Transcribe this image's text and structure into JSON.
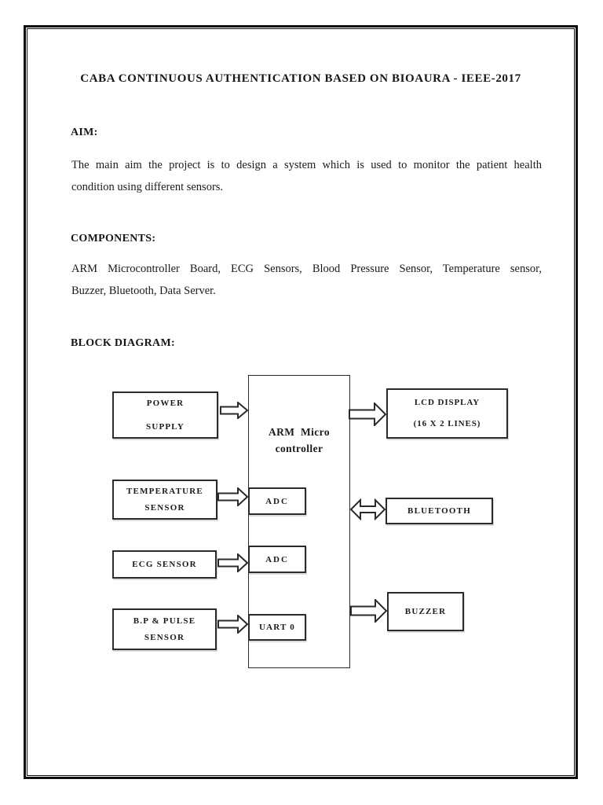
{
  "document": {
    "title": "CABA CONTINUOUS AUTHENTICATION BASED ON BIOAURA - IEEE-2017"
  },
  "sections": {
    "aim": {
      "heading": "AIM:",
      "line1": "The main aim the project is to design a system which is used to monitor the patient health",
      "line2": "condition using different sensors."
    },
    "components": {
      "heading": "COMPONENTS:",
      "line1": "ARM Microcontroller Board, ECG Sensors, Blood Pressure Sensor, Temperature sensor,",
      "line2": "Buzzer, Bluetooth, Data Server."
    },
    "block_diagram": {
      "heading": "BLOCK DIAGRAM:"
    }
  },
  "diagram": {
    "blocks": {
      "power_supply": {
        "line1": "POWER",
        "line2": "SUPPLY"
      },
      "arm": {
        "line1": "ARM  Micro",
        "line2": "controller"
      },
      "lcd": {
        "line1": "LCD DISPLAY",
        "line2": "(16 X 2 LINES)"
      },
      "temperature": {
        "line1": "TEMPERATURE",
        "line2": "SENSOR"
      },
      "adc_top": {
        "label": "ADC"
      },
      "ecg": {
        "label": "ECG SENSOR"
      },
      "adc_bottom": {
        "label": "ADC"
      },
      "bp_pulse": {
        "line1": "B.P & PULSE",
        "line2": "SENSOR"
      },
      "uart": {
        "label": "UART 0"
      },
      "bluetooth": {
        "label": "BLUETOOTH"
      },
      "buzzer": {
        "label": "BUZZER"
      }
    },
    "connections": [
      {
        "from": "POWER SUPPLY",
        "to": "ARM Micro controller",
        "type": "single"
      },
      {
        "from": "TEMPERATURE SENSOR",
        "to": "ADC",
        "type": "single"
      },
      {
        "from": "ECG SENSOR",
        "to": "ADC",
        "type": "single"
      },
      {
        "from": "B.P & PULSE SENSOR",
        "to": "UART 0",
        "type": "single"
      },
      {
        "from": "ARM Micro controller",
        "to": "LCD DISPLAY (16 X 2 LINES)",
        "type": "single"
      },
      {
        "from": "ARM Micro controller",
        "to": "BLUETOOTH",
        "type": "double"
      },
      {
        "from": "ARM Micro controller",
        "to": "BUZZER",
        "type": "single"
      }
    ]
  },
  "colors": {
    "ink": "#1b1b1b",
    "border": "#2b2b2b",
    "background": "#ffffff"
  }
}
